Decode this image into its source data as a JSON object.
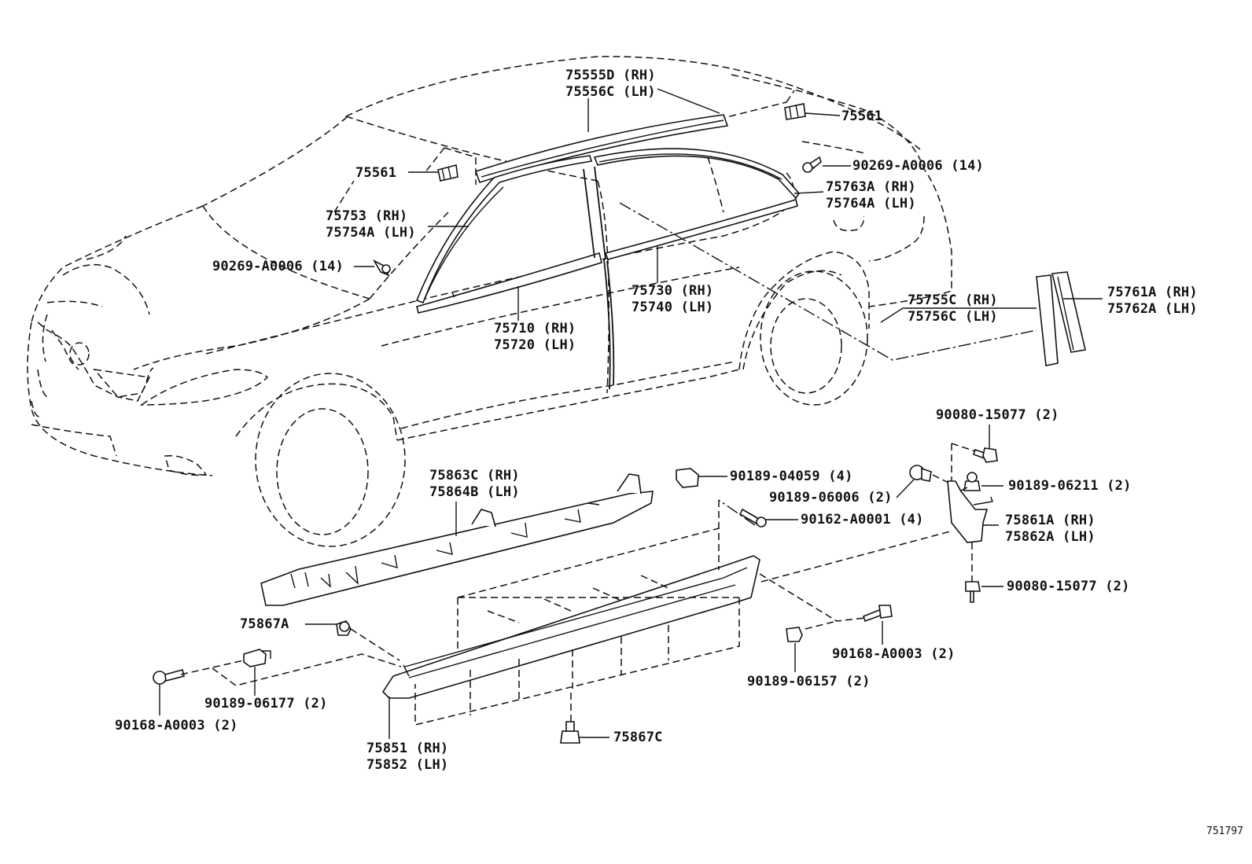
{
  "labels": {
    "l75555": [
      "75555D (RH)",
      "75556C (LH)"
    ],
    "l75561a": [
      "75561"
    ],
    "l75561b": [
      "75561"
    ],
    "l90269a": [
      "90269-A0006 (14)"
    ],
    "l90269b": [
      "90269-A0006 (14)"
    ],
    "l75763": [
      "75763A (RH)",
      "75764A (LH)"
    ],
    "l75753": [
      "75753 (RH)",
      "75754A (LH)"
    ],
    "l75730": [
      "75730 (RH)",
      "75740 (LH)"
    ],
    "l75710": [
      "75710 (RH)",
      "75720 (LH)"
    ],
    "l75755": [
      "75755C (RH)",
      "75756C (LH)"
    ],
    "l75761": [
      "75761A (RH)",
      "75762A (LH)"
    ],
    "l90080a": [
      "90080-15077 (2)"
    ],
    "l90189_04059": [
      "90189-04059 (4)"
    ],
    "l90189_06211": [
      "90189-06211 (2)"
    ],
    "l90189_06006": [
      "90189-06006 (2)"
    ],
    "l90162": [
      "90162-A0001 (4)"
    ],
    "l75861": [
      "75861A (RH)",
      "75862A (LH)"
    ],
    "l75863": [
      "75863C (RH)",
      "75864B (LH)"
    ],
    "l90080b": [
      "90080-15077 (2)"
    ],
    "l75867a": [
      "75867A"
    ],
    "l90168a": [
      "90168-A0003 (2)"
    ],
    "l90189_06157": [
      "90189-06157 (2)"
    ],
    "l90189_06177": [
      "90189-06177 (2)"
    ],
    "l90168b": [
      "90168-A0003 (2)"
    ],
    "l75851": [
      "75851 (RH)",
      "75852 (LH)"
    ],
    "l75867c": [
      "75867C"
    ]
  },
  "ref_number": "751797"
}
